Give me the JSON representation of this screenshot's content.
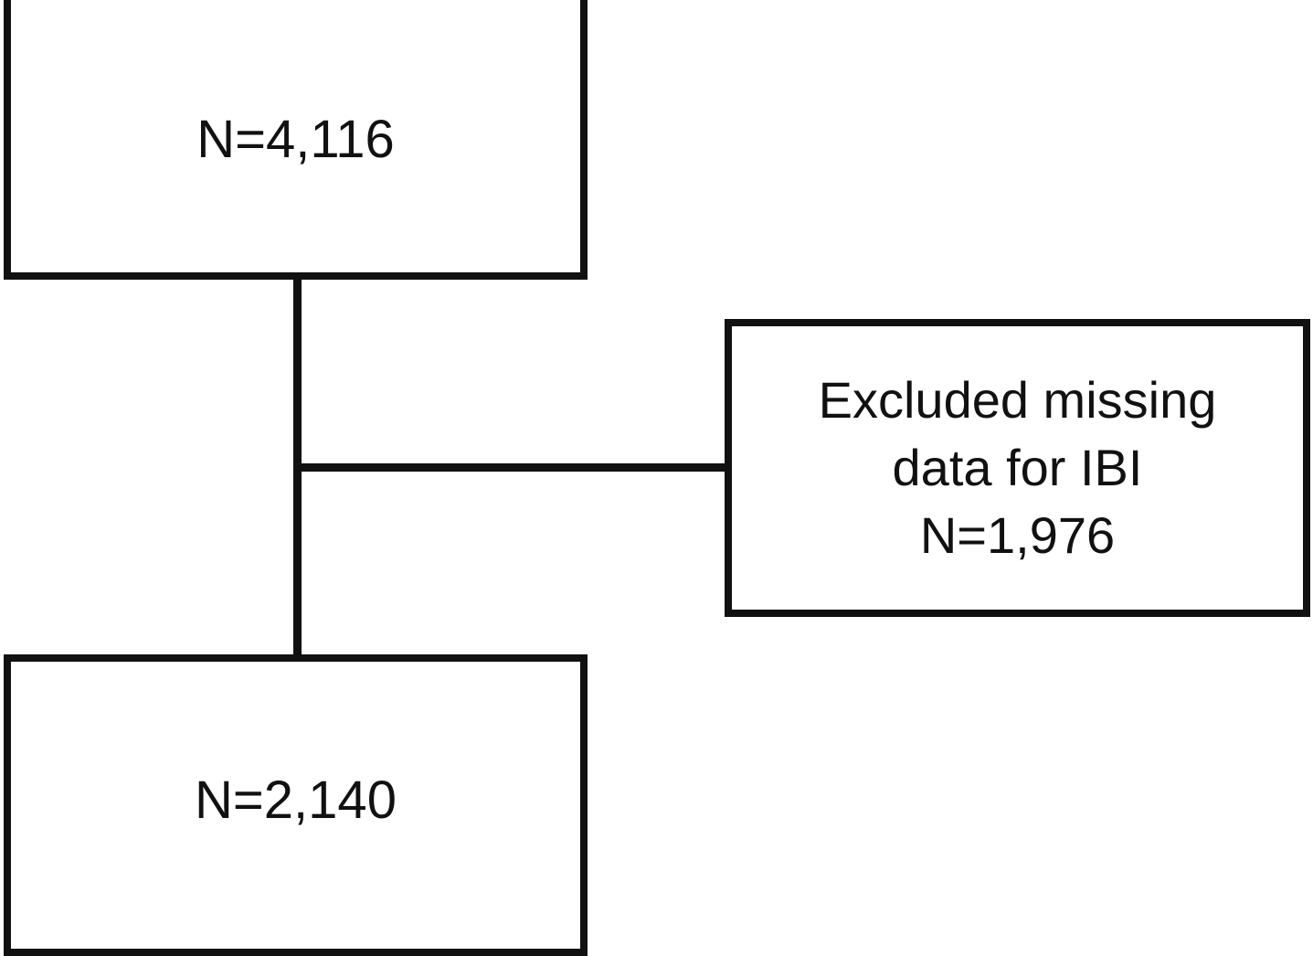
{
  "flowchart": {
    "top_box": {
      "count": "N=4,116"
    },
    "side_box": {
      "line1": "Excluded missing",
      "line2": "data for IBI",
      "count": "N=1,976"
    },
    "bottom_box": {
      "count": "N=2,140"
    }
  },
  "colors": {
    "stroke": "#111111",
    "background": "#ffffff"
  }
}
